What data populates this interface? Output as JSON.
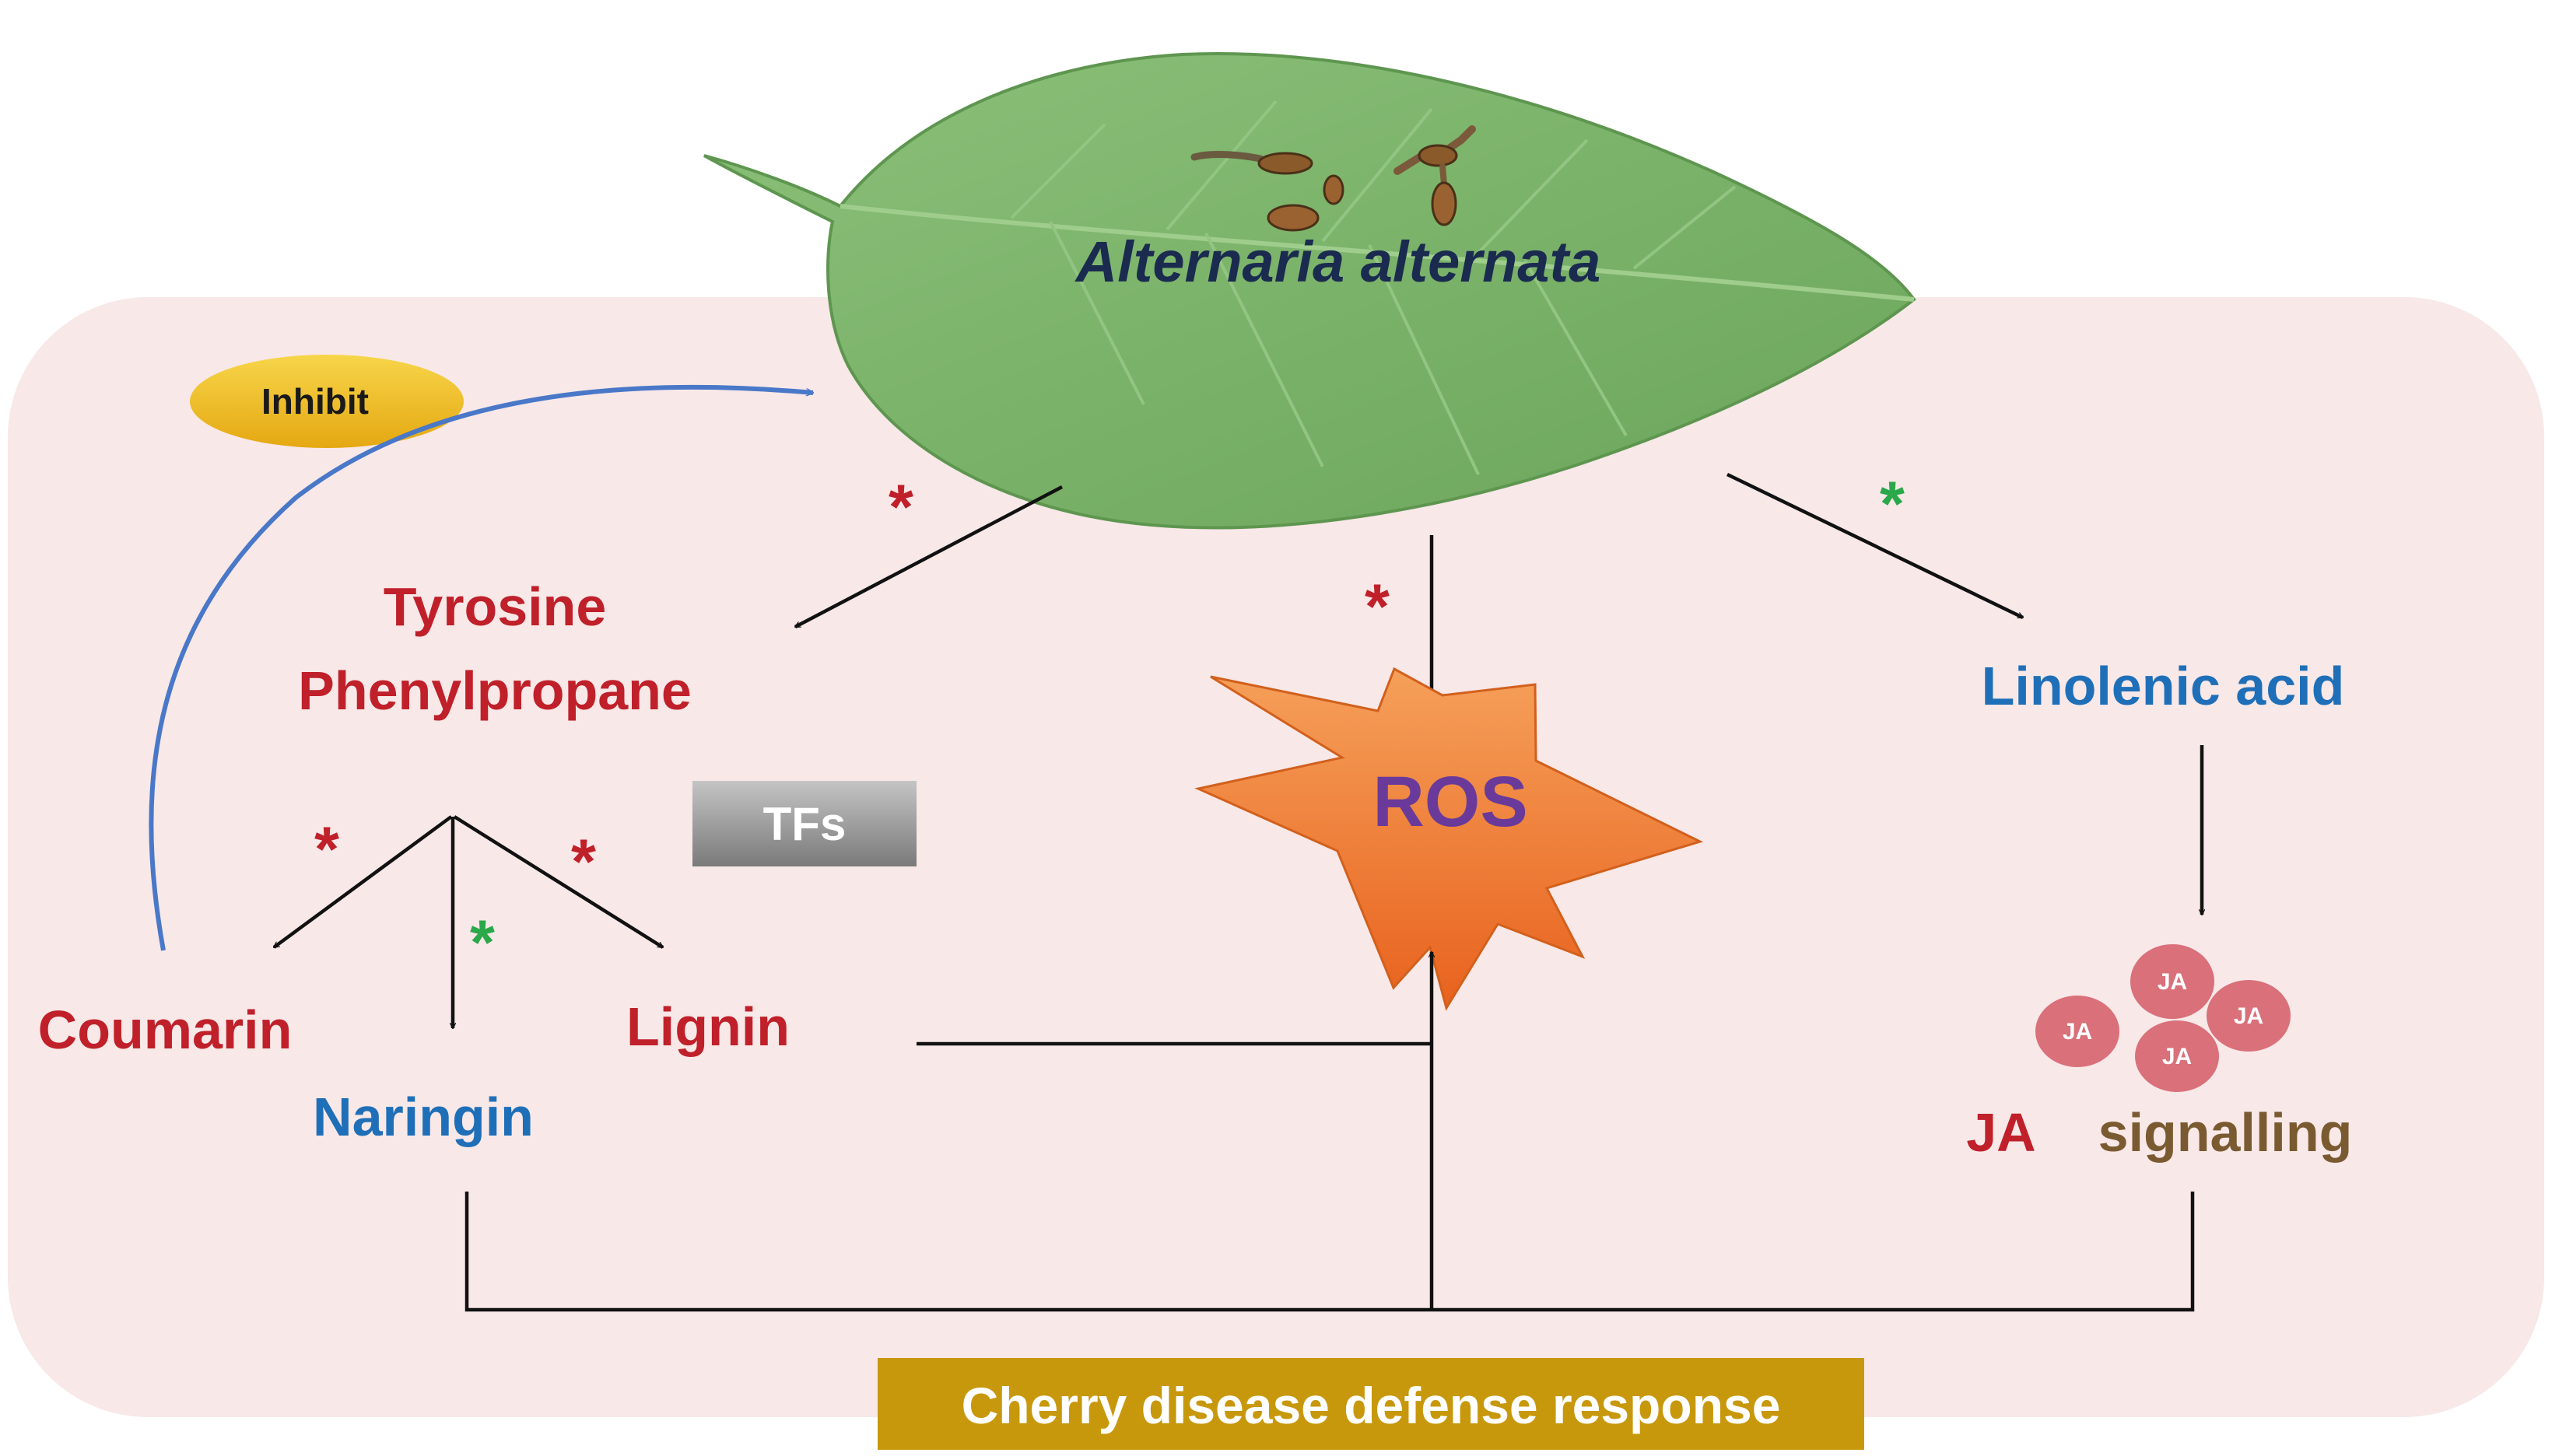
{
  "organism": "Alternaria alternata",
  "labels": {
    "inhibit": "Inhibit",
    "tyrosine": "Tyrosine",
    "phenylpropane": "Phenylpropane",
    "tfs": "TFs",
    "ros": "ROS",
    "linolenic": "Linolenic acid",
    "coumarin": "Coumarin",
    "naringin": "Naringin",
    "lignin": "Lignin",
    "ja": "JA",
    "signalling": "signalling",
    "ja_bubble": "JA",
    "footer": "Cherry disease defense response",
    "asterisk": "*"
  },
  "colors": {
    "panel_bg": "#f8e8e8",
    "red_label": "#c0202a",
    "blue_label": "#1f6fb8",
    "ros_label": "#6a3a9a",
    "ros_fill": "#f07a2e",
    "inhibit_fill": "#f2c12e",
    "tfs_fill": "#9a9a9a",
    "ja_fill": "#d9707a",
    "footer_fill": "#c8980c",
    "green_star": "#2aa84a",
    "leaf_fill": "#7fb36a",
    "inhibit_arrow": "#4a78c8"
  }
}
